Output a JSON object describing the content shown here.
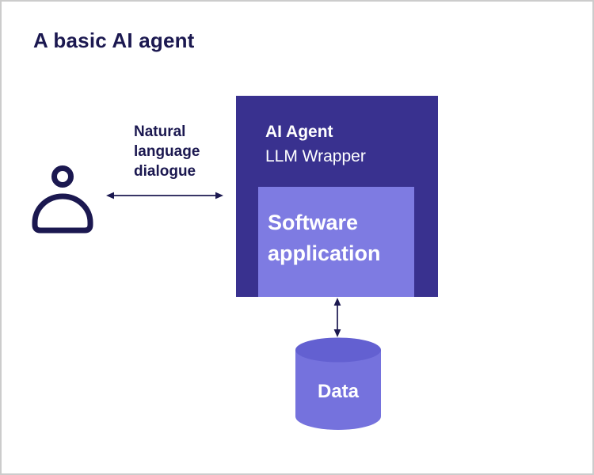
{
  "title": "A basic AI agent",
  "dialogue": {
    "label": "Natural\nlanguage\ndialogue"
  },
  "agent_box": {
    "title": "AI Agent",
    "subtitle": "LLM Wrapper",
    "background": "#39318f"
  },
  "software_box": {
    "label": "Software application",
    "background": "#7e7be2"
  },
  "data_store": {
    "label": "Data",
    "body_color": "#7572dd",
    "top_color": "#6360d1"
  },
  "colors": {
    "text": "#1b1850",
    "arrow": "#1b1850",
    "canvas_background": "#ffffff",
    "canvas_border": "#cccccc"
  }
}
